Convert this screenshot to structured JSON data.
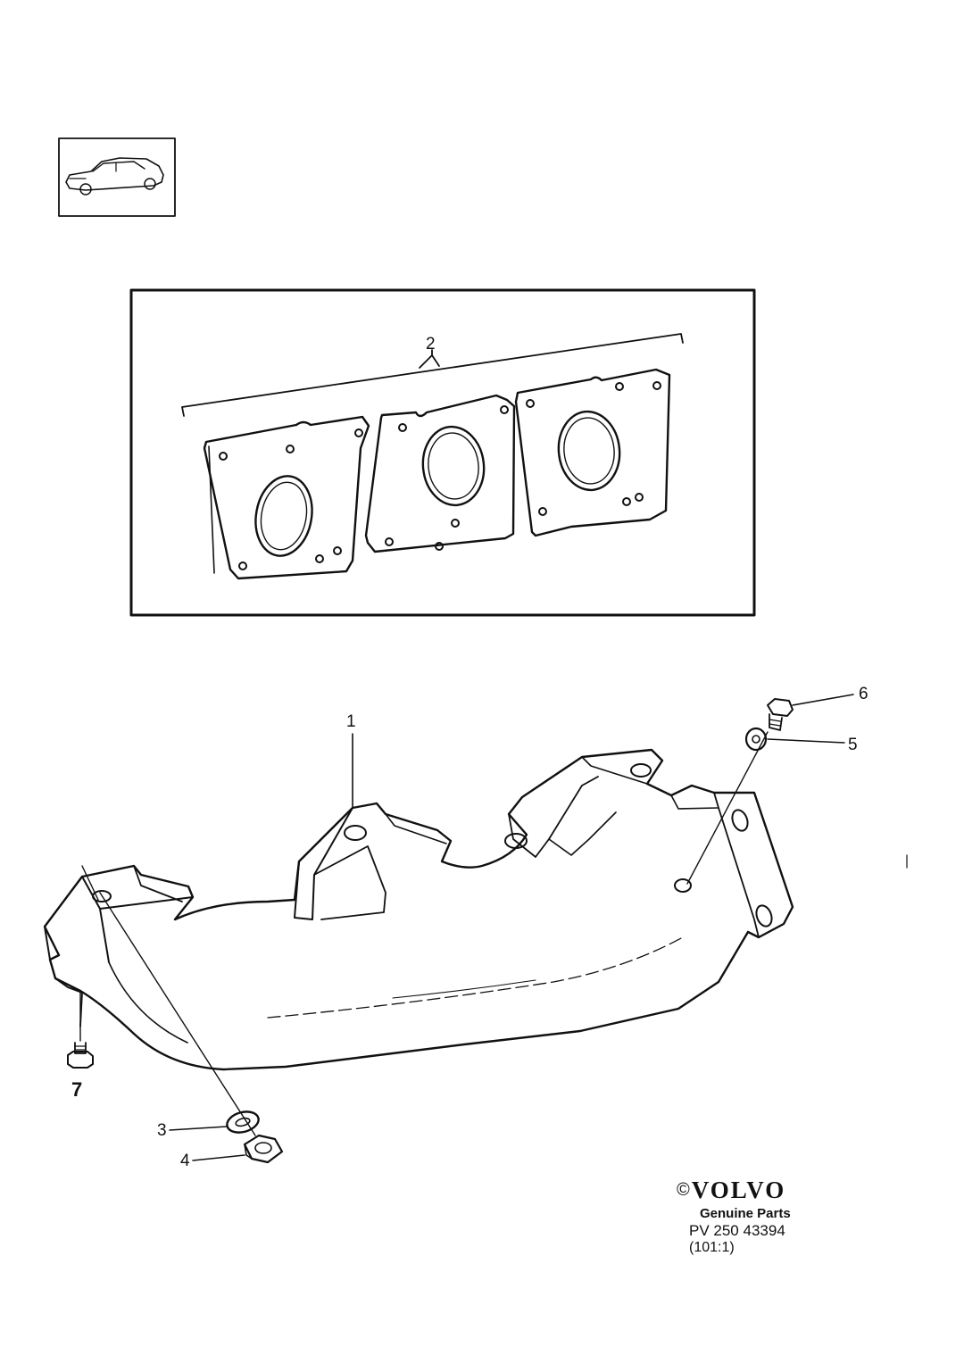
{
  "callouts": {
    "c1": "1",
    "c2": "2",
    "c3": "3",
    "c4": "4",
    "c5": "5",
    "c6": "6",
    "c7": "7"
  },
  "brand": {
    "copyright": "©",
    "name": "VOLVO",
    "tagline": "Genuine Parts",
    "code_prefix": "PV 250",
    "code_number": "43394",
    "ratio": "(101:1)"
  },
  "icons": [
    "car-thumbnail-icon",
    "gasket-set-illustration",
    "exhaust-manifold-illustration",
    "bolt-icon",
    "washer-icon",
    "nut-icon",
    "stud-icon"
  ]
}
